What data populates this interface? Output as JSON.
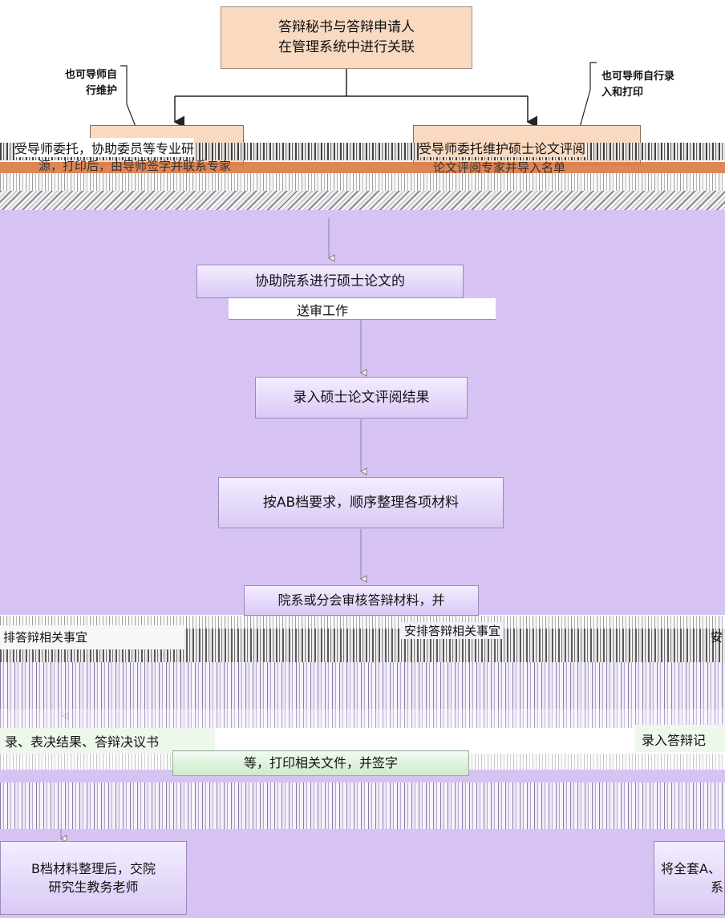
{
  "top_box": {
    "line1": "答辩秘书与答辩申请人",
    "line2": "在管理系统中进行关联"
  },
  "notes": {
    "left_line1": "也可导师自",
    "left_line2": "行维护",
    "right_line1": "也可导师自行录",
    "right_line2": "入和打印"
  },
  "branch_left": {
    "line1": "受导师委托，协助委员等专业研",
    "line2": "源，打印后，由导师签字并联系专家"
  },
  "branch_right": {
    "line1": "受导师委托维护硕士论文评阅",
    "line2": "论文评阅专家并导入名单"
  },
  "steps": {
    "assist_line1": "协助院系进行硕士论文的",
    "assist_line2": "送审工作",
    "enter_review": "录入硕士论文评阅结果",
    "organize_ab": "按AB档要求，顺序整理各项材料",
    "dept_review_line1": "院系或分会审核答辩材料，并",
    "dept_review_line2": "安排答辩相关事宜"
  },
  "fragments": {
    "left_arrange": "排答辩相关事宜",
    "right_edge_1": "安",
    "records_left": "录、表决结果、答辩决议书",
    "records_right": "录入答辩记",
    "print_sign": "等，打印相关文件，并签字",
    "b_line1": "B档材料整理后，交院",
    "b_line2": "研究生教务老师",
    "full_line1": "将全套A、",
    "full_line2": "系"
  }
}
